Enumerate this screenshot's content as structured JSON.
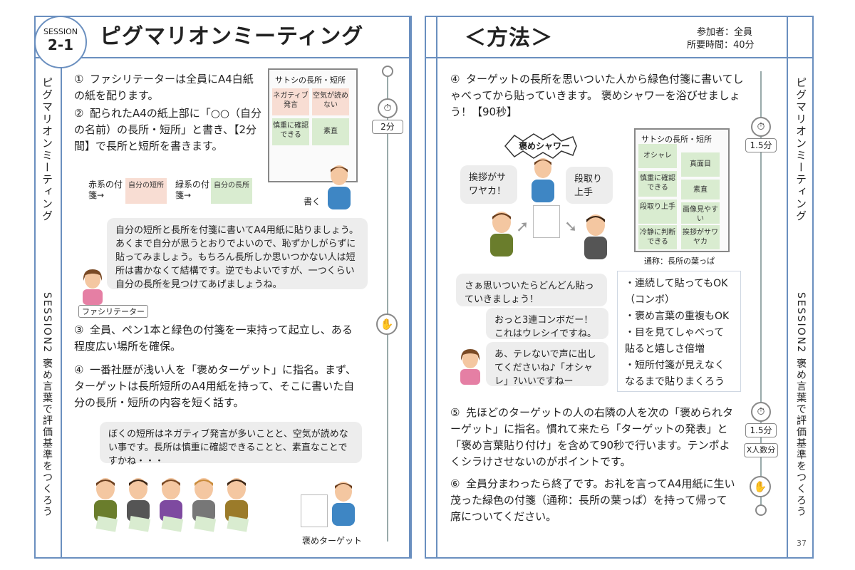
{
  "left": {
    "session_label": "SESSION",
    "session_number": "2-1",
    "title": "ピグマリオンミーティング",
    "side_title": "ピグマリオンミーティング",
    "side_session": "SESSION2 褒め言葉で評価基準をつくろう",
    "steps": [
      {
        "num": "①",
        "text": "ファシリテーターは全員にA4白紙の紙を配ります。"
      },
      {
        "num": "②",
        "text": "配られたA4の紙上部に「○○（自分の名前）の長所・短所」と書き、【2分間】で長所と短所を書きます。"
      },
      {
        "num": "③",
        "text": "全員、ペン1本と緑色の付箋を一束持って起立し、ある程度広い場所を確保。"
      },
      {
        "num": "④",
        "text": "一番社歴が浅い人を「褒めターゲット」に指名。まず、ターゲットは長所短所のA4用紙を持って、そこに書いた自分の長所・短所の内容を短く話す。"
      }
    ],
    "legend_red_label": "赤系の付箋→",
    "legend_red_sticky": "自分の短所",
    "legend_green_label": "緑系の付箋→",
    "legend_green_sticky": "自分の長所",
    "board_title": "サトシの長所・短所",
    "board_stickies": [
      "ネガティブ発言",
      "空気が読めない",
      "慎重に確認できる",
      "素直"
    ],
    "board_caption": "書く",
    "facilitator_bubble": "自分の短所と長所を付箋に書いてA4用紙に貼りましょう。あくまで自分が思うとおりでよいので、恥ずかしがらずに貼ってみましょう。もちろん長所しか思いつかない人は短所は書かなくて結構です。逆でもよいですが、一つくらい自分の長所を見つけてあげましょうね。",
    "facilitator_tag": "ファシリテーター",
    "target_bubble": "ぼくの短所はネガティブ発言が多いことと、空気が読めない事です。長所は慎重に確認できることと、素直なことですかね・・・",
    "target_caption": "褒めターゲット",
    "timer_badge": "2分"
  },
  "right": {
    "title": "＜方法＞",
    "participants": "参加者：全員",
    "duration": "所要時間：40分",
    "side_title": "ピグマリオンミーティング",
    "side_session": "SESSION2 褒め言葉で評価基準をつくろう",
    "steps": [
      {
        "num": "④",
        "text": "ターゲットの長所を思いついた人から緑色付箋に書いてしゃべってから貼っていきます。 褒めシャワーを浴びせましょう！【90秒】"
      },
      {
        "num": "⑤",
        "text": "先ほどのターゲットの人の右隣の人を次の「褒められターゲット」に指名。慣れて来たら「ターゲットの発表」と「褒め言葉貼り付け」を含めて90秒で行います。テンポよくシラけさせないのがポイントです。"
      },
      {
        "num": "⑥",
        "text": "全員分まわったら終了です。お礼を言ってA4用紙に生い茂った緑色の付箋（通称：長所の葉っぱ）を持って帰って席についてください。"
      }
    ],
    "shower_label": "褒めシャワー",
    "bubble_greeting": "挨拶がサワヤカ！",
    "bubble_dandori": "段取り上手",
    "board_title": "サトシの長所・短所",
    "board_stickies": [
      "オシャレ",
      "真面目",
      "慎重に確認できる",
      "素直",
      "段取り上手",
      "画像見やすい",
      "冷静に判断できる",
      "挨拶がサワヤカ"
    ],
    "board_caption": "通称：長所の葉っぱ",
    "facilitator_bubble1": "さぁ思いついたらどんどん貼っていきましょう！",
    "facilitator_bubble2": "おっと3連コンボだー！これはウレシイですね。",
    "facilitator_bubble3": "あ、テレないで声に出してくださいね♪「オシャレ」?いいですねー",
    "tips": [
      "・連続して貼ってもOK（コンボ）",
      "・褒め言葉の重複もOK",
      "・目を見てしゃべって貼ると嬉しさ倍増",
      "・短所付箋が見えなくなるまで貼りまくろう"
    ],
    "timer_badge1": "1.5分",
    "timer_badge2": "1.5分",
    "timer_badge3": "X人数分",
    "page_number": "37"
  },
  "colors": {
    "frame": "#6a8fbf",
    "sticky_red": "#f8ddd3",
    "sticky_green": "#d9ecd0"
  }
}
